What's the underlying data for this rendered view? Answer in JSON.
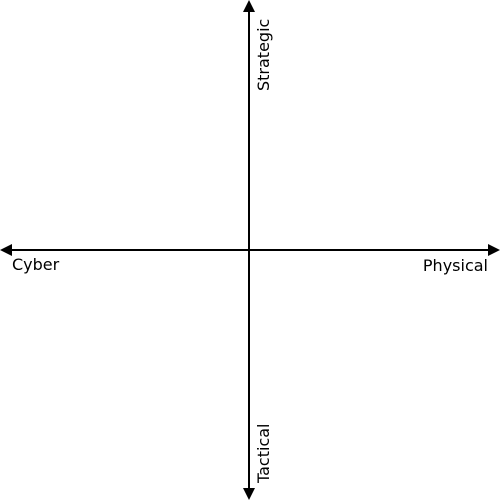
{
  "diagram": {
    "labels": {
      "left": "Cyber",
      "right": "Physical",
      "top": "Strategic",
      "bottom": "Tactical"
    },
    "colors": {
      "line": "#000000",
      "background": "#ffffff"
    }
  }
}
